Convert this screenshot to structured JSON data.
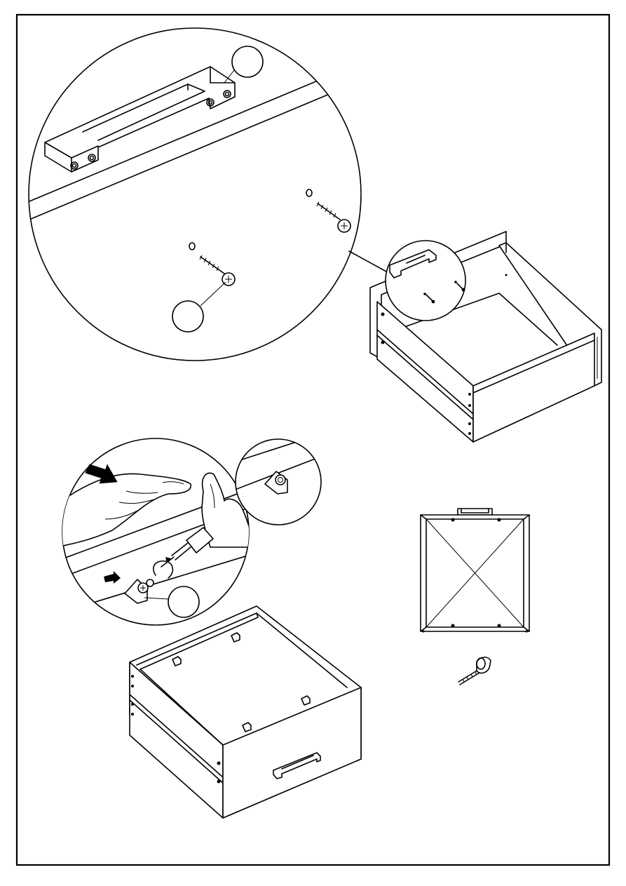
{
  "page": {
    "kind": "assembly-instruction-sheet",
    "border": true
  },
  "steps": [
    {
      "id": "attach-handle",
      "icon": "drawer-handle-icon",
      "callouts": 2
    },
    {
      "id": "fix-drawer-base",
      "icon": "screwdriver-icon",
      "callouts": 1
    },
    {
      "id": "check-square",
      "icon": "tape-measure-icon",
      "callouts": 0
    }
  ],
  "colors": {
    "line": "#000000",
    "paper": "#ffffff"
  }
}
